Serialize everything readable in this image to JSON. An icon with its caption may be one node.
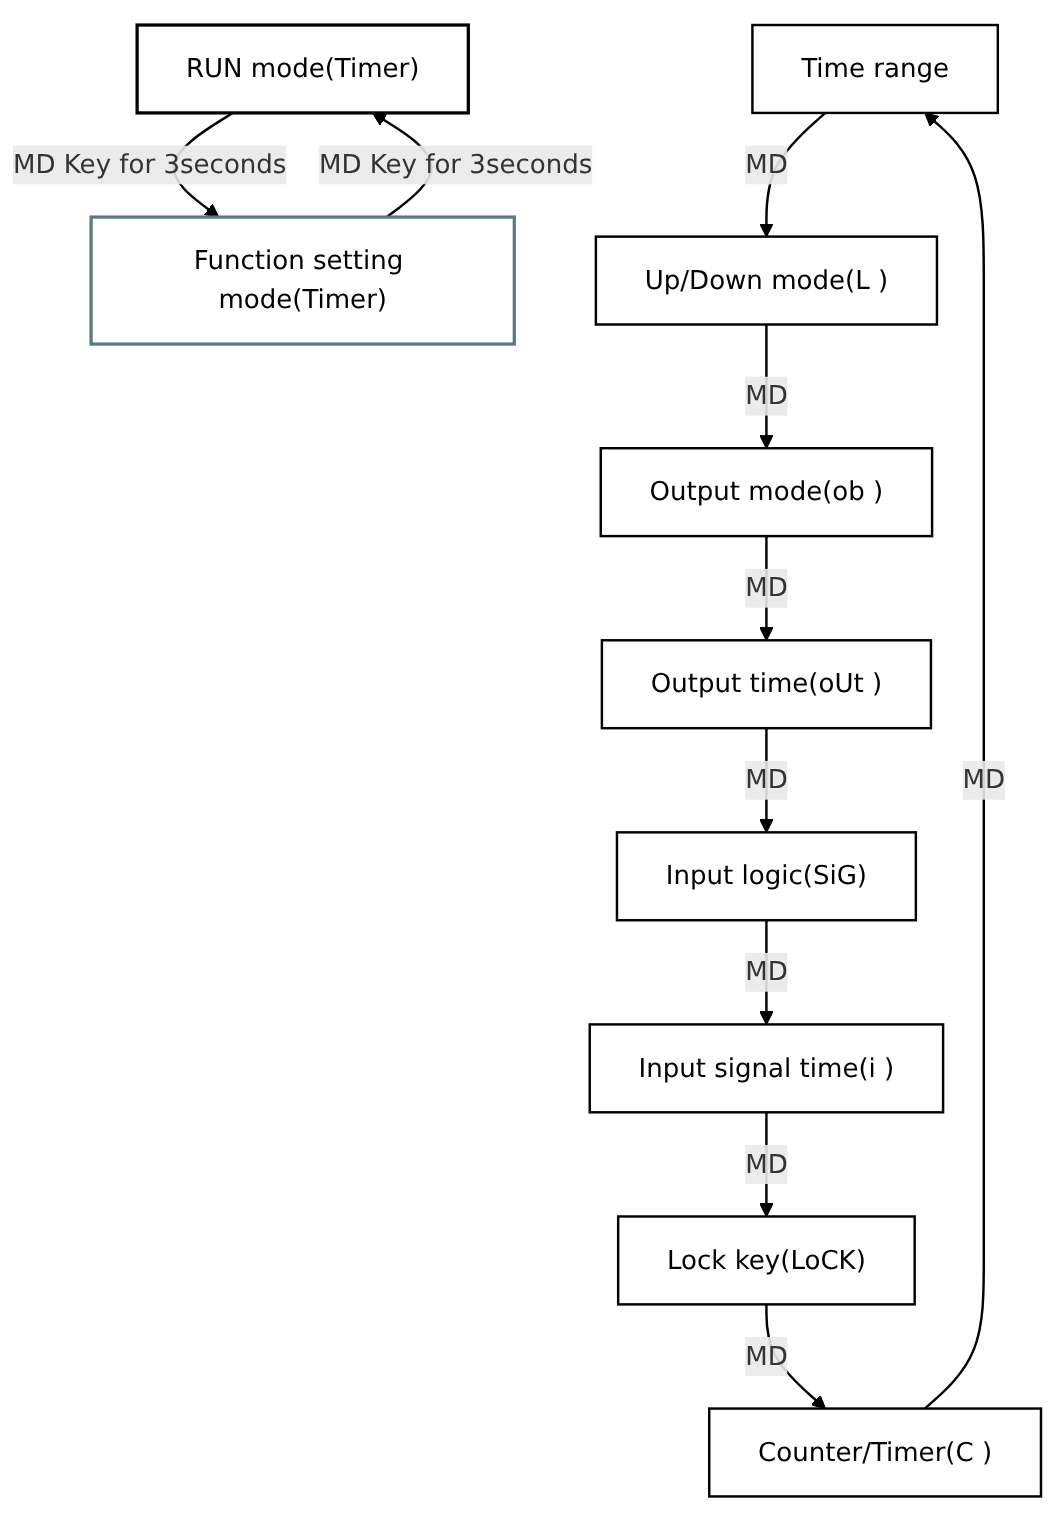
{
  "diagram": {
    "nodes": [
      {
        "text": [
          "RUN mode(Timer)"
        ]
      },
      {
        "text": [
          "Function setting mode(Timer)"
        ]
      },
      {
        "text": [
          "Time range"
        ]
      },
      {
        "text": [
          "Up/Down mode(L )"
        ]
      },
      {
        "text": [
          "Output mode(ob )"
        ]
      },
      {
        "text": [
          "Output time(oUt )"
        ]
      },
      {
        "text": [
          "Input logic(SiG)"
        ]
      },
      {
        "text": [
          "Input signal time(i )"
        ]
      },
      {
        "text": [
          "Lock key(LoCK)"
        ]
      },
      {
        "text": [
          "Counter/Timer(C )"
        ]
      }
    ],
    "edges": [
      {
        "from": 1,
        "to": 0,
        "arrow": "to",
        "label": "MD Key for 3seconds"
      },
      {
        "from": 0,
        "to": 1,
        "arrow": "to",
        "label": "MD Key for 3seconds"
      },
      {
        "from": 2,
        "to": 3,
        "arrow": "to",
        "label": "MD"
      },
      {
        "from": 3,
        "to": 4,
        "arrow": "to",
        "label": "MD"
      },
      {
        "from": 4,
        "to": 5,
        "arrow": "to",
        "label": "MD"
      },
      {
        "from": 5,
        "to": 6,
        "arrow": "to",
        "label": "MD"
      },
      {
        "from": 6,
        "to": 7,
        "arrow": "to",
        "label": "MD"
      },
      {
        "from": 7,
        "to": 8,
        "arrow": "to",
        "label": "MD"
      },
      {
        "from": 8,
        "to": 9,
        "arrow": "to",
        "label": "MD"
      },
      {
        "from": 9,
        "to": 2,
        "arrow": "to",
        "label": "MD"
      }
    ]
  }
}
